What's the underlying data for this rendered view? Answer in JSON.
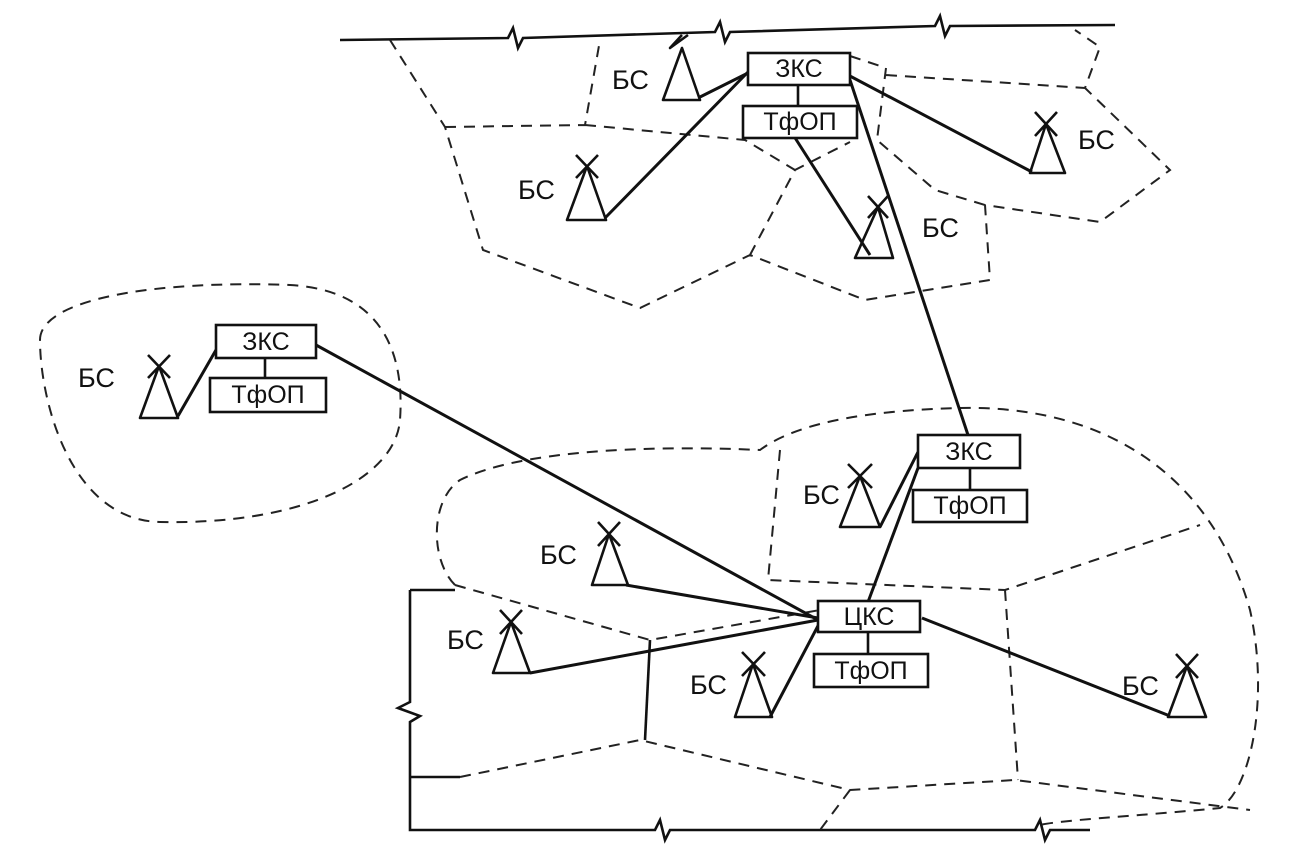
{
  "labels": {
    "base_station": "БС",
    "zone_switch": "ЗКС",
    "central_switch": "ЦКС",
    "pstn": "ТфОП"
  },
  "colors": {
    "ink": "#111111",
    "background": "#ffffff"
  },
  "nodes": {
    "zks_north": {
      "switch_label": "ЗКС",
      "pstn_label": "ТфОП"
    },
    "zks_west": {
      "switch_label": "ЗКС",
      "pstn_label": "ТфОП"
    },
    "zks_east": {
      "switch_label": "ЗКС",
      "pstn_label": "ТфОП"
    },
    "cks_center": {
      "switch_label": "ЦКС",
      "pstn_label": "ТфОП"
    }
  },
  "base_stations": {
    "bs_north_1": "БС",
    "bs_north_2": "БС",
    "bs_north_3": "БС",
    "bs_north_4": "БС",
    "bs_west_1": "БС",
    "bs_east_1": "БС",
    "bs_center_1": "БС",
    "bs_center_2": "БС",
    "bs_center_3": "БС",
    "bs_center_4": "БС"
  }
}
